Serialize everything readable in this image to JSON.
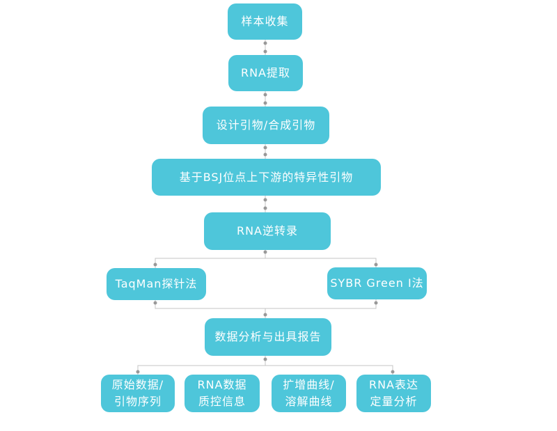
{
  "nodes": {
    "n1": "样本收集",
    "n2": "RNA提取",
    "n3": "设计引物/合成引物",
    "n4": "基于BSJ位点上下游的特异性引物",
    "n5": "RNA逆转录",
    "n6": "TaqMan探针法",
    "n7": "SYBR Green Ⅰ法",
    "n8": "数据分析与出具报告",
    "n9": [
      "原始数据/",
      "引物序列"
    ],
    "n10": [
      "RNA数据",
      "质控信息"
    ],
    "n11": [
      "扩增曲线/",
      "溶解曲线"
    ],
    "n12": [
      "RNA表达",
      "定量分析"
    ]
  },
  "colors": {
    "node": "#4ec6da",
    "connector": "#bbbbbb",
    "dot": "#999999"
  }
}
